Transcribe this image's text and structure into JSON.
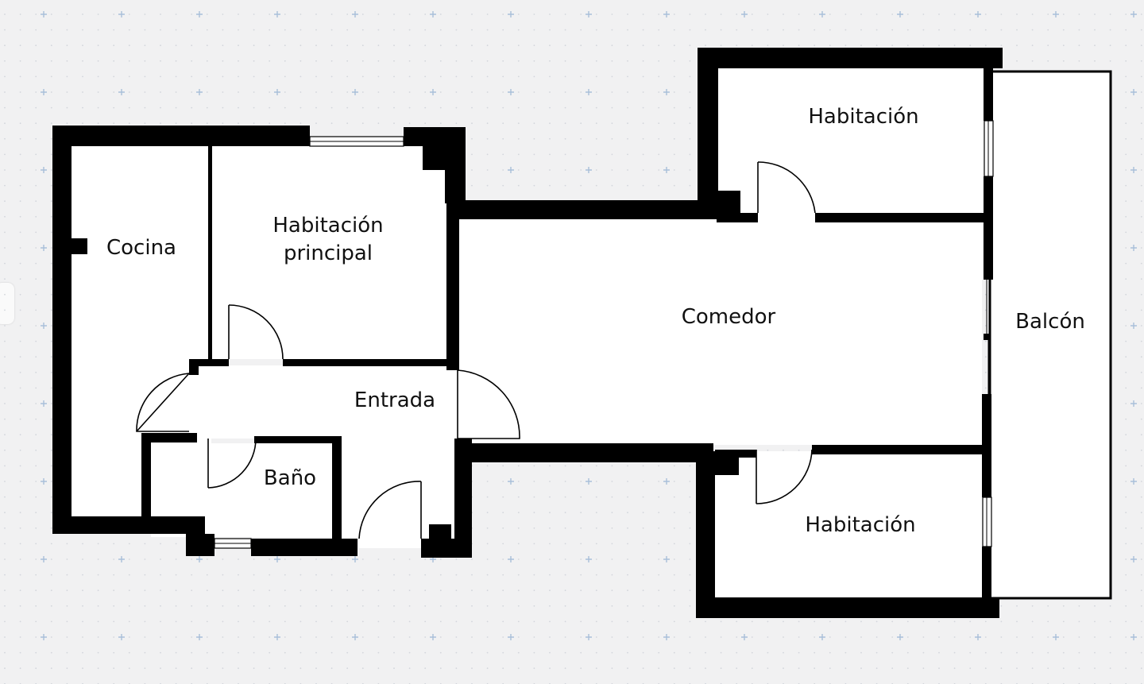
{
  "plan": {
    "rooms": [
      {
        "key": "cocina",
        "label": "Cocina"
      },
      {
        "key": "hab_principal",
        "lines": [
          "Habitación",
          "principal"
        ]
      },
      {
        "key": "entrada",
        "label": "Entrada"
      },
      {
        "key": "bano",
        "label": "Baño"
      },
      {
        "key": "comedor",
        "label": "Comedor"
      },
      {
        "key": "hab_norte",
        "label": "Habitación"
      },
      {
        "key": "hab_sur",
        "label": "Habitación"
      },
      {
        "key": "balcon",
        "label": "Balcón"
      }
    ]
  },
  "colors": {
    "background": "#f1f1f2",
    "grid_marker": "#a9bfd9",
    "wall": "#000000",
    "floor": "#ffffff"
  },
  "icons": {
    "grid": "plus-marker",
    "door": "door-swing-icon",
    "window": "window-icon"
  }
}
